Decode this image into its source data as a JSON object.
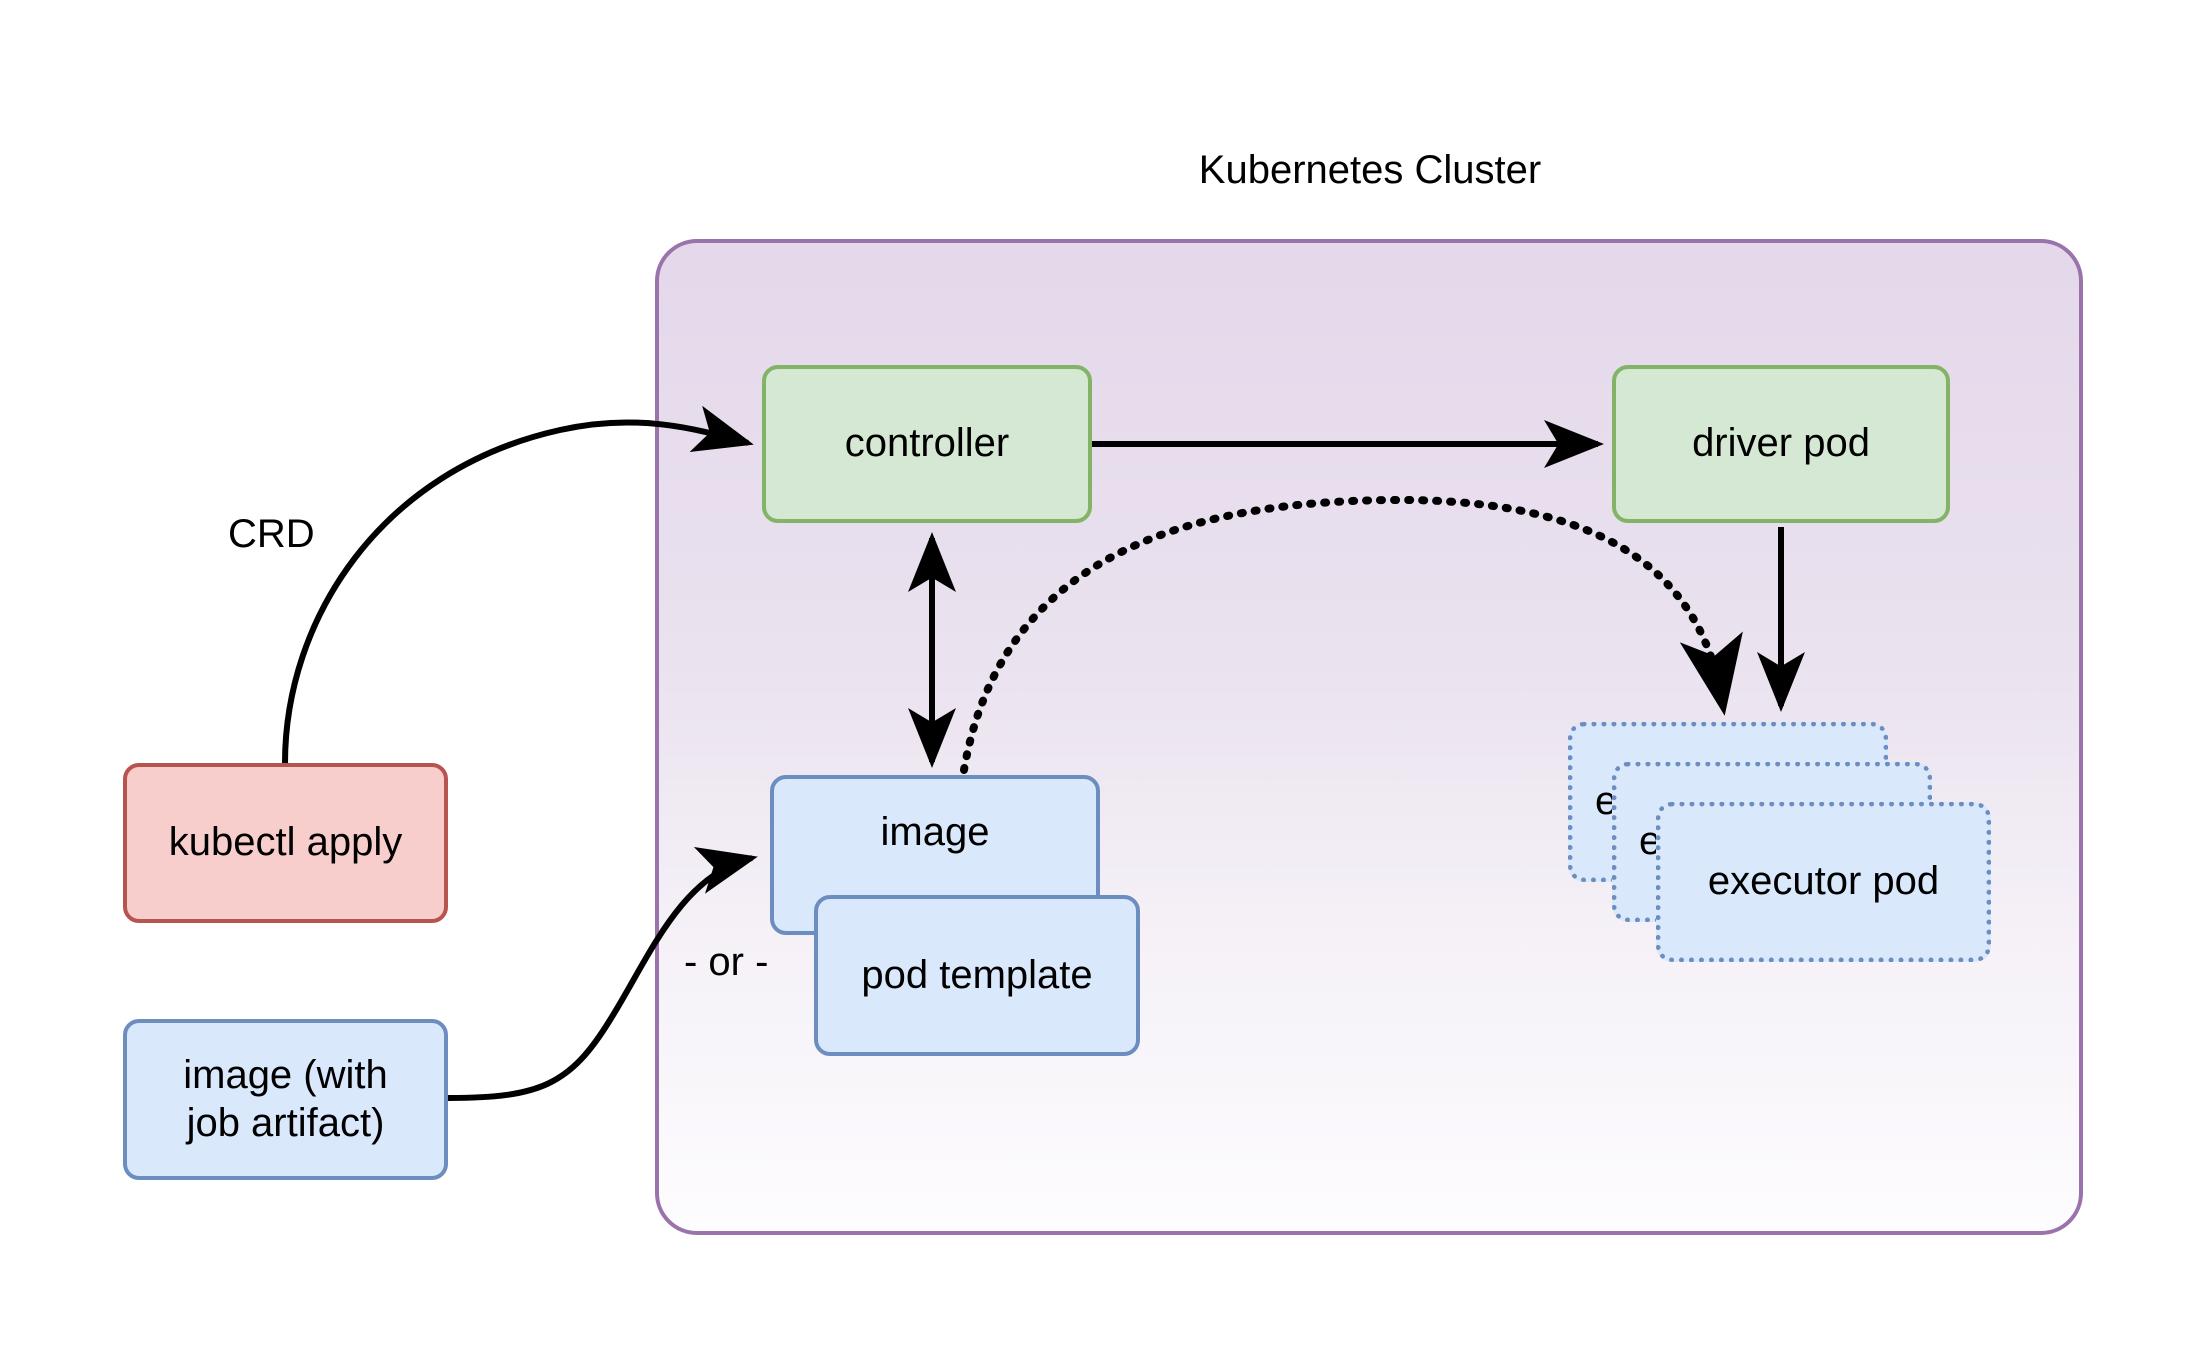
{
  "diagram": {
    "title": "Kubernetes Cluster",
    "nodes": {
      "controller": "controller",
      "driver_pod": "driver pod",
      "kubectl_apply": "kubectl apply",
      "image_with_artifact_line1": "image (with",
      "image_with_artifact_line2": "job artifact)",
      "image": "image",
      "pod_template": "pod template",
      "executor_pod_front": "executor pod",
      "executor_pod_mid": "e",
      "executor_pod_back": "e"
    },
    "edge_labels": {
      "crd": "CRD",
      "or": "- or -"
    },
    "colors": {
      "cluster_border": "#9a73ab",
      "cluster_fill_top": "#e4d8ea",
      "cluster_fill_bottom": "#fdfcfe",
      "green_fill": "#d5e8d4",
      "green_border": "#82b366",
      "red_fill": "#f8cecc",
      "red_border": "#b85450",
      "blue_fill": "#dae8fc",
      "blue_border": "#6c8ebf",
      "edge": "#000000",
      "text": "#000000"
    }
  }
}
